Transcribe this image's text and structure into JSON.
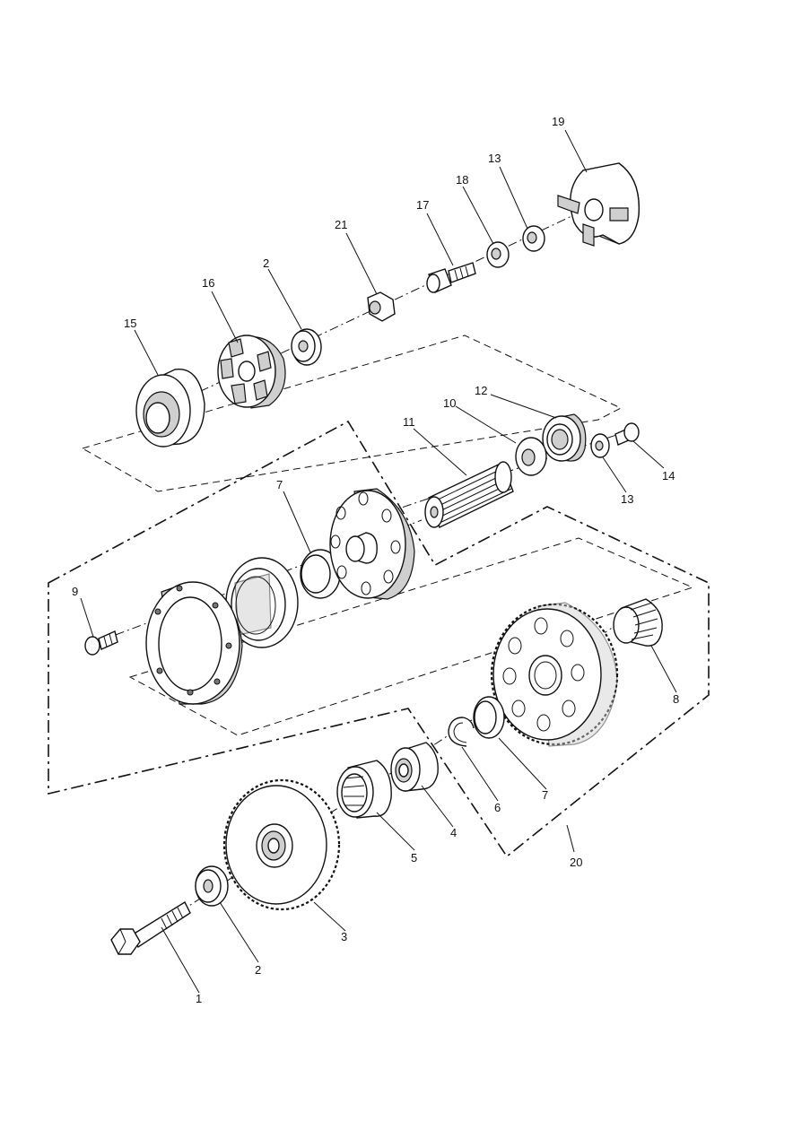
{
  "diagram": {
    "callouts": [
      "1",
      "2",
      "3",
      "4",
      "5",
      "6",
      "7",
      "8",
      "9",
      "10",
      "11",
      "12",
      "13",
      "14",
      "15",
      "16",
      "17",
      "18",
      "19",
      "20",
      "21"
    ],
    "callout_2b": "2",
    "callout_7b": "7",
    "callout_13b": "13"
  }
}
